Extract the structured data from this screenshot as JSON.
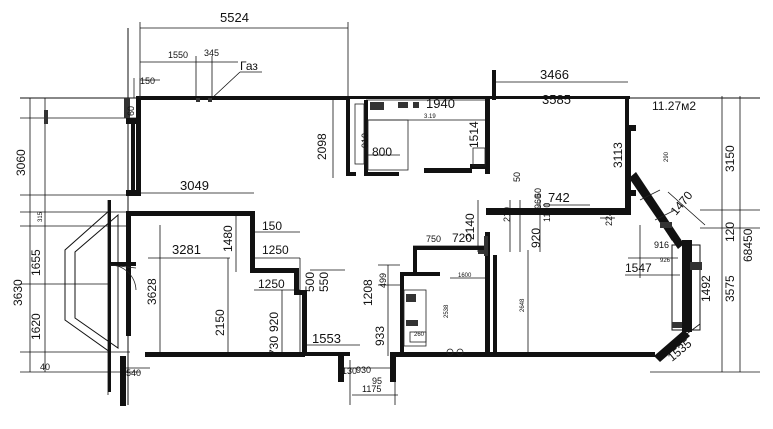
{
  "plan": {
    "top": {
      "overall": "5524",
      "left_seg": "1550",
      "seg_345": "345",
      "gas": "Газ",
      "seg_150": "150"
    },
    "right_top": {
      "overall": "3466",
      "inner": "3585",
      "area": "11.27м2"
    },
    "kitchen": {
      "width": "1940",
      "depth": "1514",
      "small_label": "3.19",
      "inner_910": "910",
      "inner_800": "800"
    },
    "left": {
      "h3060": "3060",
      "h60": "60",
      "h3630": "3630",
      "h1655": "1655",
      "h1620": "1620",
      "h40": "40",
      "h315": "315"
    },
    "center": {
      "d2098": "2098",
      "d3049": "3049",
      "d3281": "3281",
      "d3628": "3628",
      "d1480": "1480",
      "d150": "150",
      "d1250a": "1250",
      "d1250b": "1250",
      "d500": "500",
      "d550": "550",
      "d2150": "2150",
      "d920": "920",
      "d730": "730",
      "d1553": "1553"
    },
    "bath": {
      "d750": "750",
      "d720": "720",
      "d499": "499",
      "d1208": "1208",
      "d933": "933",
      "d1600": "1600",
      "d260": "260",
      "d2140": "2140",
      "d2538": "2538",
      "d50": "50",
      "d60": "60",
      "d1960": "1960",
      "d1150": "1150",
      "d920b": "920",
      "d210": "210",
      "d3113": "3113"
    },
    "right": {
      "d742": "742",
      "d224": "224",
      "d1470": "1470",
      "d916": "916",
      "d926": "926",
      "d1547": "1547",
      "d1492": "1492",
      "d1535": "1535",
      "d2648": "2648",
      "d3150": "3150",
      "d120": "120",
      "d3575": "3575",
      "d68450": "68450",
      "d290": "290"
    },
    "bottom": {
      "d540": "540",
      "d130": "130",
      "d930": "930",
      "d95": "95",
      "d1175": "1175"
    }
  }
}
